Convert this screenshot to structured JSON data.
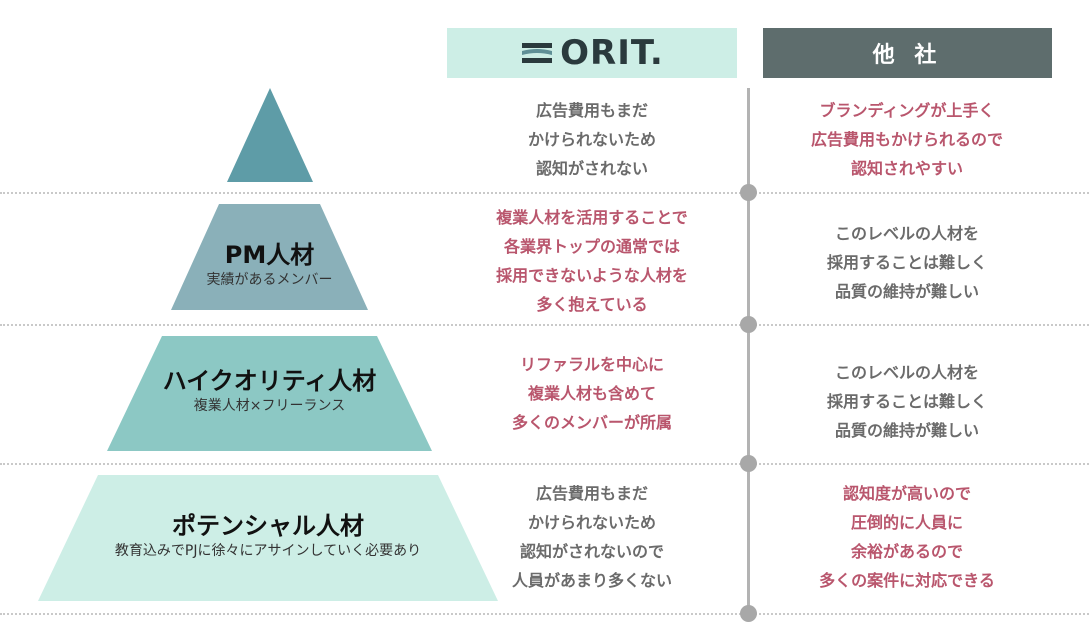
{
  "header": {
    "orit_logo_text": "ORIT.",
    "other_label": "他 社"
  },
  "colors": {
    "tier0": "#5e9ca7",
    "tier1": "#8ab0b9",
    "tier2": "#8cc8c4",
    "tier3": "#cdeee6",
    "highlight": "#b9566d",
    "muted": "#6b6b6b"
  },
  "tiers": [
    {
      "title": "",
      "subtitle": ""
    },
    {
      "title": "PM人材",
      "subtitle": "実績があるメンバー"
    },
    {
      "title": "ハイクオリティ人材",
      "subtitle": "複業人材×フリーランス"
    },
    {
      "title": "ポテンシャル人材",
      "subtitle": "教育込みでPJに徐々にアサインしていく必要あり"
    }
  ],
  "rows": [
    {
      "orit": {
        "color": "gray",
        "lines": [
          "広告費用もまだ",
          "かけられないため",
          "認知がされない"
        ]
      },
      "other": {
        "color": "pink",
        "lines": [
          "ブランディングが上手く",
          "広告費用もかけられるので",
          "認知されやすい"
        ]
      }
    },
    {
      "orit": {
        "color": "pink",
        "lines": [
          "複業人材を活用することで",
          "各業界トップの通常では",
          "採用できないような人材を",
          "多く抱えている"
        ]
      },
      "other": {
        "color": "gray",
        "lines": [
          "このレベルの人材を",
          "採用することは難しく",
          "品質の維持が難しい"
        ]
      }
    },
    {
      "orit": {
        "color": "pink",
        "lines": [
          "リファラルを中心に",
          "複業人材も含めて",
          "多くのメンバーが所属"
        ]
      },
      "other": {
        "color": "gray",
        "lines": [
          "このレベルの人材を",
          "採用することは難しく",
          "品質の維持が難しい"
        ]
      }
    },
    {
      "orit": {
        "color": "gray",
        "lines": [
          "広告費用もまだ",
          "かけられないため",
          "認知がされないので",
          "人員があまり多くない"
        ]
      },
      "other": {
        "color": "pink",
        "lines": [
          "認知度が高いので",
          "圧倒的に人員に",
          "余裕があるので",
          "多くの案件に対応できる"
        ]
      }
    }
  ]
}
